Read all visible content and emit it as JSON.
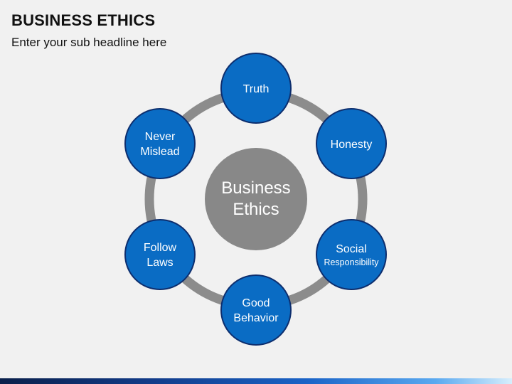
{
  "header": {
    "title": "BUSINESS ETHICS",
    "subtitle": "Enter your sub headline here"
  },
  "diagram": {
    "center_lines": [
      "Business",
      "Ethics"
    ],
    "nodes": [
      {
        "id": "truth",
        "lines": [
          "Truth"
        ]
      },
      {
        "id": "honesty",
        "lines": [
          "Honesty"
        ]
      },
      {
        "id": "social-responsibility",
        "lines": [
          "Social",
          "Responsibility"
        ]
      },
      {
        "id": "good-behavior",
        "lines": [
          "Good",
          "Behavior"
        ]
      },
      {
        "id": "follow-laws",
        "lines": [
          "Follow",
          "Laws"
        ]
      },
      {
        "id": "never-mislead",
        "lines": [
          "Never",
          "Mislead"
        ]
      }
    ],
    "colors": {
      "node_fill": "#0a6cc4",
      "node_stroke": "#0d2e6e",
      "ring": "#8c8c8c",
      "center": "#888888"
    }
  }
}
